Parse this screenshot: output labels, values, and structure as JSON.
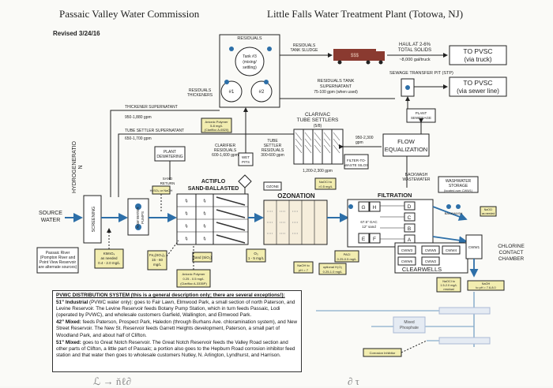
{
  "header": {
    "org": "Passaic Valley Water Commission",
    "plant": "Little Falls Water Treatment Plant (Totowa, NJ)",
    "revised": "Revised 3/24/16"
  },
  "residuals": {
    "box_label": "RESIDUALS",
    "tank3": [
      "Tank #3",
      "(mixing/",
      "settling)"
    ],
    "tank1": "#1",
    "tank2": "#2",
    "thickeners": [
      "RESIDUALS",
      "THICKENERS"
    ],
    "tank_sludge": [
      "RESIDUALS",
      "TANK SLUDGE"
    ],
    "truck_text": "$$$",
    "haul": [
      "HAUL AT 2-6%",
      "TOTAL SOLIDS",
      "~8,000 gal/truck"
    ],
    "supernatant": [
      "RESIDUALS TANK",
      "SUPERNATANT",
      "75-100 gpm (when used)"
    ],
    "polymer": [
      "Anionic Polymer",
      "5-8 mg/L",
      "(Clarifloc A-6520)"
    ]
  },
  "pvsc": {
    "truck": [
      "TO PVSC",
      "(via truck)"
    ],
    "sewer": [
      "TO PVSC",
      "(via sewer line)"
    ],
    "stp_label": "SEWAGE TRANSFER PIT (STP)",
    "plant_sewerage": [
      "PLANT",
      "SEWERAGE"
    ]
  },
  "flows": {
    "thickener_super": [
      "THICKENER SUPERNATANT",
      "950-1,880 gpm"
    ],
    "tube_settler_super": [
      "TUBE SETTLER SUPERNATANT",
      "650-1,700 gpm"
    ],
    "plant_dewatering": [
      "PLANT",
      "DEWATERING"
    ],
    "clarifier_residuals": [
      "CLARIFIER",
      "RESIDUALS",
      "600-1,600 gpm"
    ],
    "wet_pits": [
      "WET",
      "PITS"
    ],
    "tube_settler_residuals": [
      "TUBE",
      "SETTLER",
      "RESIDUALS",
      "300-600 gpm"
    ],
    "clarivac": [
      "CLARIVAC",
      "TUBE SETTLERS"
    ],
    "clarivac_count": "(5/8)",
    "flow_950": [
      "950-2,300",
      "gpm"
    ],
    "filter_to_waste": [
      "FILTER-TO-",
      "WASTE SILOS"
    ],
    "flow_1200": "1,200-2,300 gpm",
    "flow_eq": [
      "FLOW",
      "EQUALIZATION"
    ],
    "backwash_wastewater": [
      "BACKWASH",
      "WASTEWATER"
    ]
  },
  "process": {
    "source": [
      "SOURCE",
      "WATER"
    ],
    "source_note": [
      "Passaic River",
      "(Pompton River and",
      "Point View Reservoir",
      "are alternate sources)"
    ],
    "screening": "SCREENING",
    "raw_pumps": [
      "RAW WATER",
      "PUMPS"
    ],
    "hydro": [
      "HYDROGENERATIO",
      "N"
    ],
    "kmno4": [
      "KMnO₄",
      "as needed",
      "0.4 - 2.0 mg/L"
    ],
    "h2so4": "H₂SO₄ or NaOH",
    "sand_return": [
      "SAND",
      "RETURN"
    ],
    "actiflo": [
      "ACTIFLO",
      "SAND-BALLASTED"
    ],
    "ferric": [
      "Fe₂(SO₄)₃",
      "15 - 60",
      "mg/L"
    ],
    "sand_sio2": "Sand (SiO₂)",
    "anionic": [
      "Anionic Polymer",
      "0.25 - 0.5 mg/L",
      "(Clarifloc A-3335P)"
    ],
    "ozone_label": "OZONE",
    "ozonation": "OZONATION",
    "naocl_ozone": [
      "NaOCl to",
      ">0.5 mg/L"
    ],
    "o3": [
      "O₃",
      "1 - 5 mg/L"
    ],
    "naoh_ph": [
      "NaOH to",
      "pH = 7"
    ],
    "h2o2": [
      "optional H₂O₂",
      "0.25-1.0 mg/L"
    ],
    "filtration": "FILTRATION",
    "filters_left": [
      "G",
      "H",
      "E",
      "F"
    ],
    "filters_right": [
      "D",
      "C",
      "B",
      "A"
    ],
    "gac": [
      "67.5” GAC",
      "12” sand"
    ],
    "pacl": [
      "PACl",
      "0.25-0.5 mg/L"
    ],
    "washwater": [
      "WASHWATER",
      "STORAGE",
      "(located over CWW1)"
    ],
    "backwash": "BACKWASH",
    "cwws": [
      "CWW3",
      "CWW6",
      "CWW5",
      "CWW2",
      "CWW4",
      "CWW1"
    ],
    "clearwells": "CLEARWELLS",
    "chlorine": [
      "CHLORINE",
      "CONTACT",
      "CHAMBER"
    ],
    "naocl_cl": [
      "NaOCl",
      "as needed"
    ],
    "naocl2": [
      "NaOCl to",
      "1.5-2.0 mg/L",
      "residual"
    ],
    "naoh2": [
      "NaOH",
      "to pH = 7.6-8.0"
    ],
    "mixed": [
      "Mixed",
      "Phosphate"
    ],
    "corrosion": "Corrosion Inhibitor"
  },
  "distribution": {
    "title": "PVWC DISTRIBUTION SYSTEM (this is a general description only; there are several exceptions!):",
    "p51i_lead": "51” Industrial",
    "p51i": "(PVWC water only): goes to Fair Lawn, Elmwood Park, a small section of north Paterson, and Levine Reservoir. The Levine Reservoir feeds Botany Pump Station, which in turn feeds Passaic, Lodi (operated by PVWC), and wholesale customers Garfield, Wallington, and Elmwood Park.",
    "p42_lead": "42” Mixed:",
    "p42": "feeds Paterson, Prospect Park, Haledon (through Burhans Ave. chloramination system), and New Street Reservoir. The New St. Reservoir feeds Garrett Heights development, Paterson, a small part of Woodland Park, and about half of Clifton.",
    "p51m_lead": "51” Mixed:",
    "p51m": "goes to Great Notch Reservoir. The Great Notch Reservoir feeds the Valley Road section and other parts of Clifton, a little part of Passaic; a portion also goes to the Hepburn Road corrosion inhibitor feed station and that water then goes to wholesale customers Nutley, N. Arlington, Lyndhurst, and Harrison."
  },
  "colors": {
    "chemical_box": "#f2edb0",
    "water_line": "#3a7fb5",
    "water_arrow": "#2d6fa8",
    "truck": "#8a3a30",
    "ink": "#222222"
  }
}
